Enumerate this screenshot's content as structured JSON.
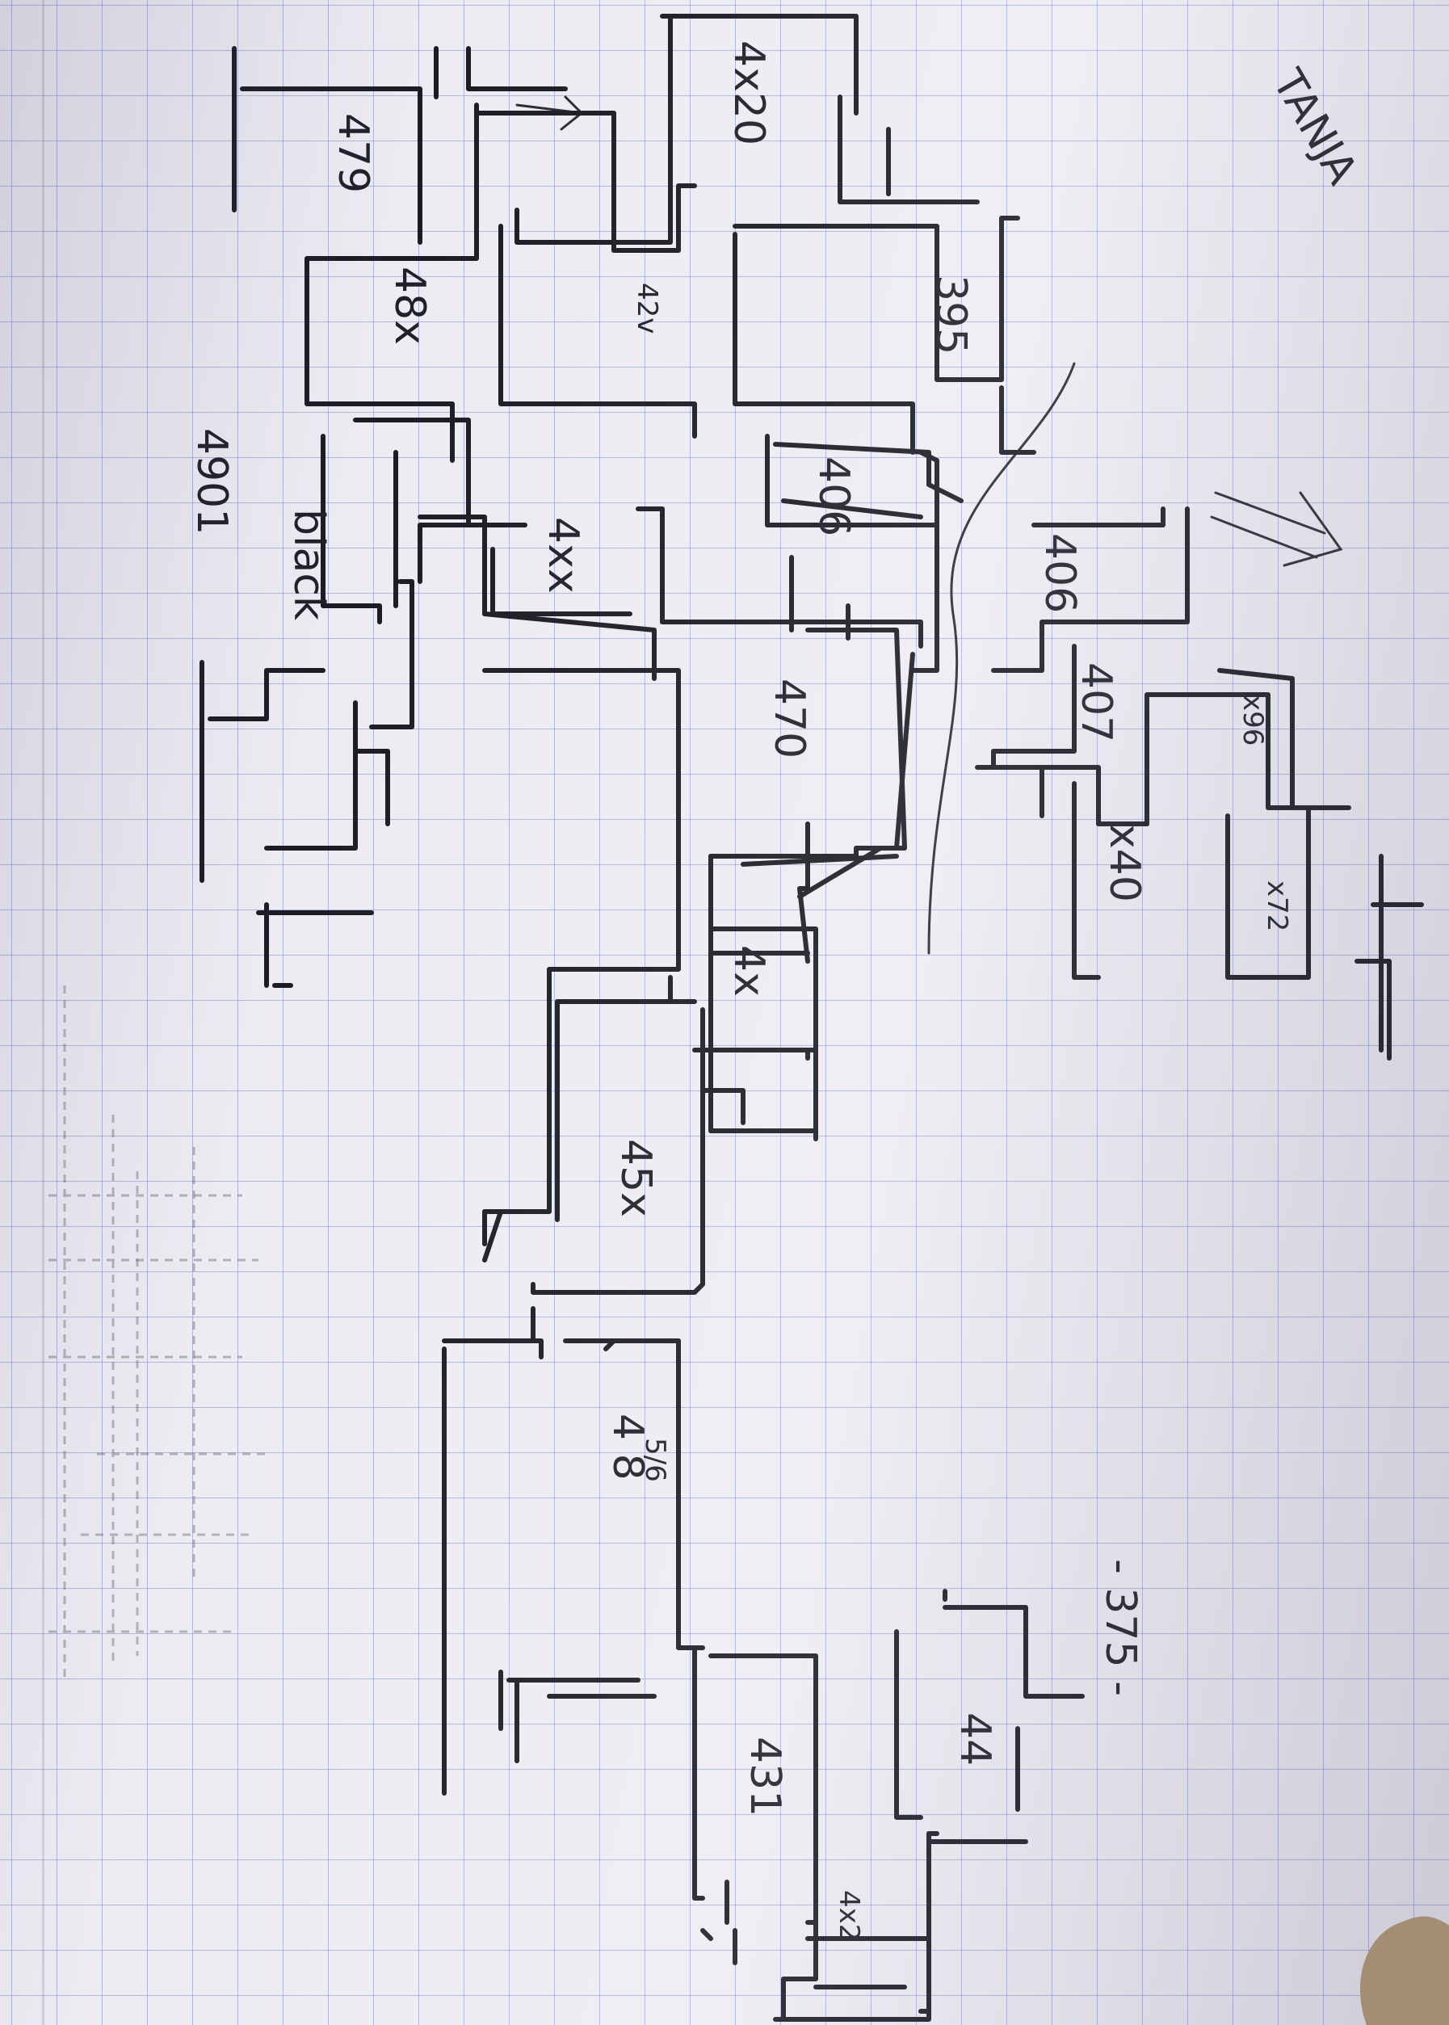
{
  "labels": {
    "title": "TANJA",
    "l_4x20": "4x20",
    "l_479": "479",
    "l_48x": "48x",
    "l_4901": "4901",
    "l_black": "black",
    "l_42v": "42v",
    "l_4xx": "4xx",
    "l_395": "395",
    "l_406a": "406",
    "l_406b": "406",
    "l_407": "407",
    "l_x40": "x40",
    "l_x96": "x96",
    "l_x72": "x72",
    "l_470": "470",
    "l_4x": "4x",
    "l_45x": "45x",
    "l_48": "4 8",
    "l_56": "5/6",
    "l_375": "- 375 -",
    "l_44": "44",
    "l_431": "431",
    "l_4x2": "4x2"
  },
  "colors": {
    "paper": "#eeecf3",
    "grid": "#788ccd",
    "ink": "#1c1c24"
  }
}
